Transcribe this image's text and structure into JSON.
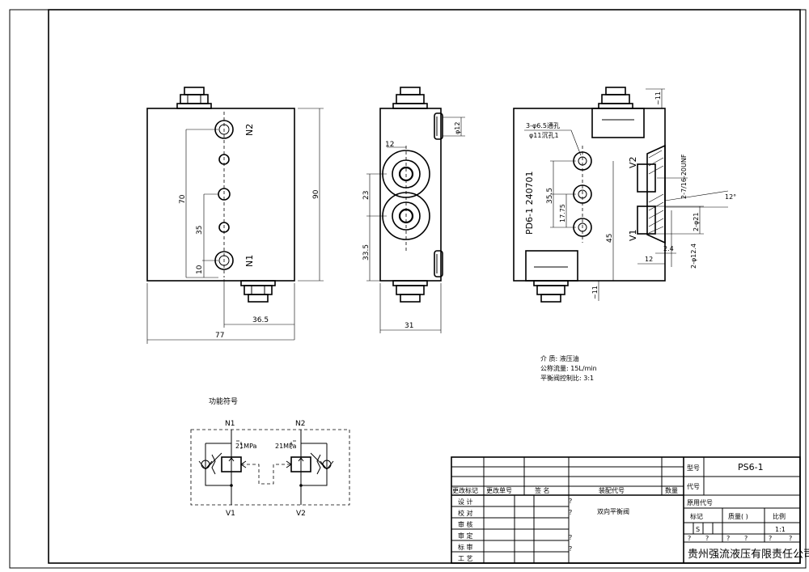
{
  "views": {
    "front": {
      "port_top": "N2",
      "port_bottom": "N1",
      "dims": {
        "d70": "70",
        "d35": "35",
        "d10": "10",
        "d90": "90",
        "d36_5": "36.5",
        "d77": "77"
      }
    },
    "side": {
      "dims": {
        "d12_top": "12",
        "d23": "23",
        "d33_5": "33.5",
        "d31": "31",
        "phi12": "φ12"
      }
    },
    "right": {
      "holes_note": "3-φ6.5通孔",
      "counterbore_note": "φ11沉孔1",
      "model_code": "PD6-1  240701",
      "port_v2": "V2",
      "port_v1": "V1",
      "dims": {
        "d35_5": "35.5",
        "d17_75": "17.75",
        "d45": "45",
        "d11_top": "~11",
        "d11_bot": "~11",
        "thread": "2-7/16-20UNF",
        "angle": "12°",
        "phi21": "2-φ21",
        "phi12_4": "2-φ12.4",
        "d2_4": "2.4",
        "d12": "12"
      }
    }
  },
  "spec_notes": {
    "medium": "介    质: 液压油",
    "flow": "公称流量: 15L/min",
    "ratio": "平衡阀控制比:  3:1"
  },
  "schematic": {
    "title": "功能符号",
    "n1": "N1",
    "n2": "N2",
    "v1": "V1",
    "v2": "V2",
    "p_left": "21MPa",
    "p_right": "21MPa"
  },
  "title_block": {
    "type_label": "型号",
    "type_value": "PS6-1",
    "code_label": "代号",
    "orig_code_label": "原用代号",
    "rev_headers": [
      "更改标记",
      "更改单号",
      "签  名",
      "装配代号",
      "数量"
    ],
    "roles": [
      "设  计",
      "校  对",
      "审  核",
      "审  定",
      "标  审",
      "工  艺"
    ],
    "product_name": "双向平衡阀",
    "mark_label": "标记",
    "weight_label": "质量(   )",
    "scale_label": "比例",
    "mark_value": "S",
    "scale_value": "1:1",
    "q": "?",
    "company": "贵州强流液压有限责任公司"
  }
}
